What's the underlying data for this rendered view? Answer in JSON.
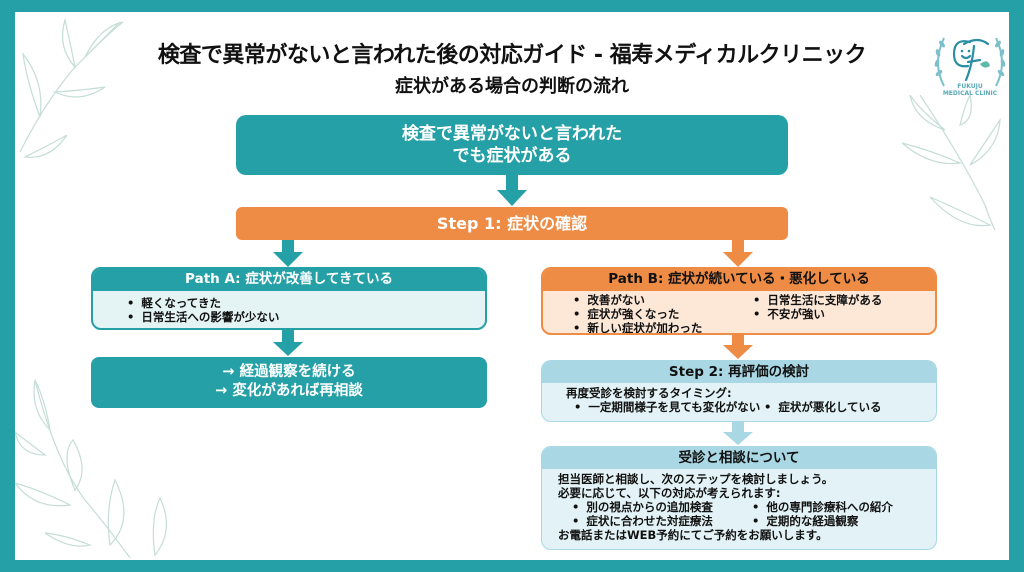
{
  "header": {
    "title": "検査で異常がないと言われた後の対応ガイド - 福寿メディカルクリニック",
    "subtitle": "症状がある場合の判断の流れ"
  },
  "logo": {
    "icon": "clinic-logo-icon",
    "line1": "FUKUJU",
    "line2": "MEDICAL CLINIC"
  },
  "colors": {
    "border": "#24a0a6",
    "teal": "#24a0a6",
    "orange": "#ee8c45",
    "light_blue": "#a9d8e4",
    "light_blue_body": "#e2f2f6",
    "light_teal_body": "#e4f3f3",
    "light_orange_body": "#fde8d8"
  },
  "flow": {
    "start": {
      "line1": "検査で異常がないと言われた",
      "line2": "でも症状がある"
    },
    "step1": {
      "label": "Step 1: 症状の確認"
    },
    "path_a": {
      "title": "Path A: 症状が改善してきている",
      "items": [
        "軽くなってきた",
        "日常生活への影響が少ない"
      ]
    },
    "path_a_result": {
      "line1": "→ 経過観察を続ける",
      "line2": "→ 変化があれば再相談"
    },
    "path_b": {
      "title": "Path B: 症状が続いている・悪化している",
      "items_left": [
        "改善がない",
        "症状が強くなった",
        "新しい症状が加わった"
      ],
      "items_right": [
        "日常生活に支障がある",
        "不安が強い"
      ]
    },
    "step2": {
      "title": "Step 2: 再評価の検討",
      "intro": "再度受診を検討するタイミング:",
      "items": [
        "一定期間様子を見ても変化がない",
        "症状が悪化している"
      ]
    },
    "consult": {
      "title": "受診と相談について",
      "line1": "担当医師と相談し、次のステップを検討しましょう。",
      "line2": "必要に応じて、以下の対応が考えられます:",
      "items_left": [
        "別の視点からの追加検査",
        "症状に合わせた対症療法"
      ],
      "items_right": [
        "他の専門診療科への紹介",
        "定期的な経過観察"
      ],
      "closing": "お電話またはWEB予約にてご予約をお願いします。"
    }
  }
}
